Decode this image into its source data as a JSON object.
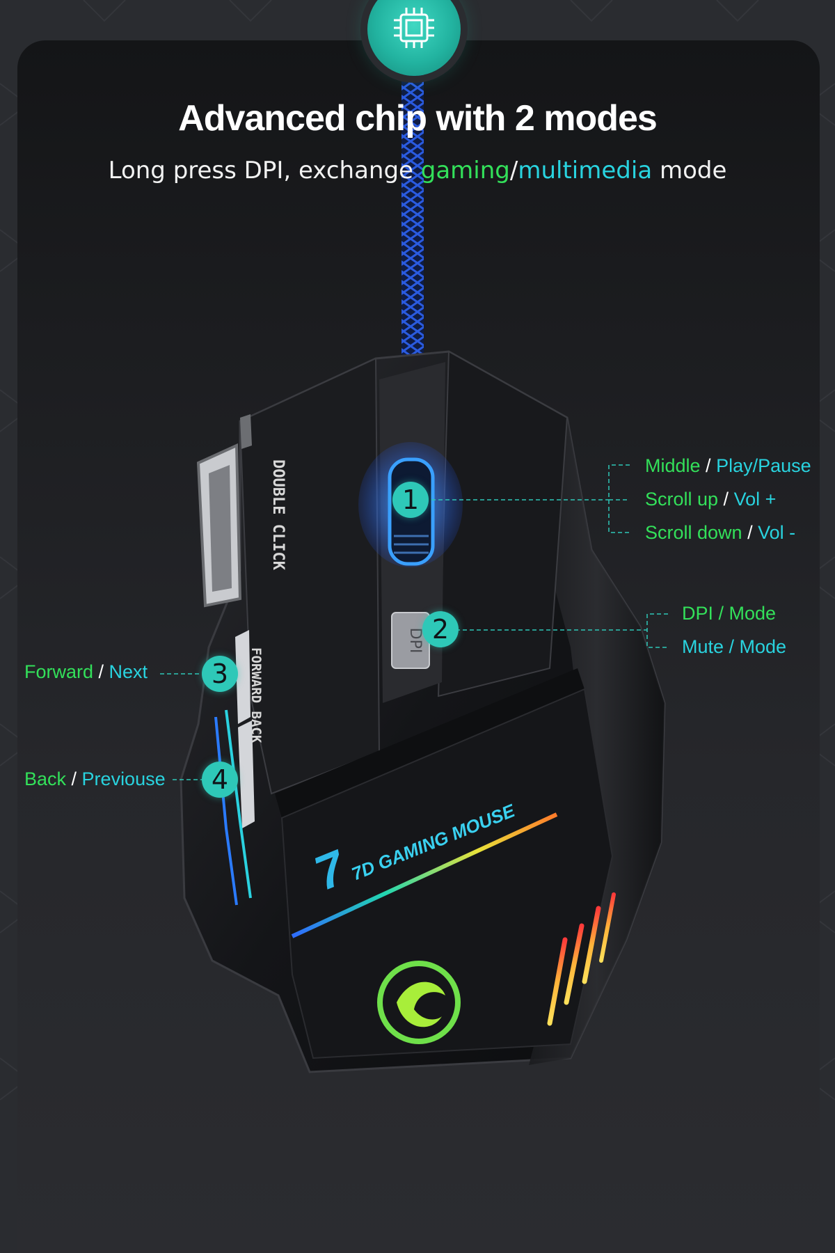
{
  "header": {
    "icon": "chip-icon",
    "title": "Advanced chip with 2 modes",
    "subtitle_prefix": "Long press DPI, exchange ",
    "subtitle_mode1": "gaming",
    "subtitle_sep": "/",
    "subtitle_mode2": "multimedia",
    "subtitle_suffix": " mode"
  },
  "mouse": {
    "side_text_top": "DOUBLE CLICK",
    "side_text_bottom": "FORWARD BACK",
    "dpi_label": "DPI",
    "logo_text": "7D GAMING MOUSE",
    "logo_icon": "dragon-logo-icon"
  },
  "callouts": {
    "button1": {
      "number": "1",
      "line1_a": "Middle",
      "line1_sep": " / ",
      "line1_b": "Play/Pause",
      "line2_a": "Scroll up",
      "line2_sep": " / ",
      "line2_b": "Vol +",
      "line3_a": "Scroll down",
      "line3_sep": " / ",
      "line3_b": "Vol -"
    },
    "button2": {
      "number": "2",
      "line1": "DPI / Mode",
      "line2": "Mute / Mode"
    },
    "button3": {
      "number": "3",
      "a": "Forward",
      "sep": " / ",
      "b": "Next"
    },
    "button4": {
      "number": "4",
      "a": "Back",
      "sep": " / ",
      "b": "Previouse"
    }
  },
  "colors": {
    "green": "#33e05a",
    "cyan": "#29d3df",
    "badge": "#2ec8b8",
    "background": "#2a2c30"
  }
}
